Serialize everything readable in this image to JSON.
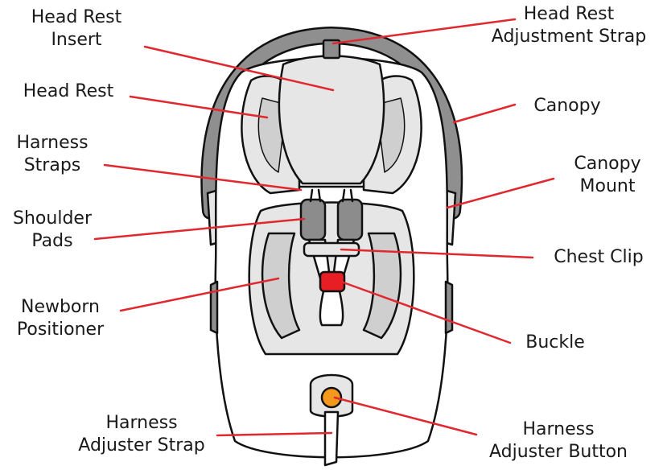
{
  "colors": {
    "leader": "#e0282e",
    "outline": "#111111",
    "canopy": "#8f8f8f",
    "shell": "#ffffff",
    "pad_light": "#e6e6e6",
    "pad_mid": "#cfcfcf",
    "strap": "#8c8c8c",
    "buckle": "#e81e25",
    "button": "#f39a1e"
  },
  "labels": {
    "head_rest_insert": [
      "Head Rest",
      "Insert"
    ],
    "head_rest": [
      "Head Rest"
    ],
    "harness_straps": [
      "Harness",
      "Straps"
    ],
    "shoulder_pads": [
      "Shoulder",
      "Pads"
    ],
    "newborn_positioner": [
      "Newborn",
      "Positioner"
    ],
    "harness_adjuster_strap": [
      "Harness",
      "Adjuster Strap"
    ],
    "head_rest_adjustment_strap": [
      "Head Rest",
      "Adjustment Strap"
    ],
    "canopy": [
      "Canopy"
    ],
    "canopy_mount": [
      "Canopy",
      "Mount"
    ],
    "chest_clip": [
      "Chest Clip"
    ],
    "buckle": [
      "Buckle"
    ],
    "harness_adjuster_button": [
      "Harness",
      "Adjuster Button"
    ]
  }
}
